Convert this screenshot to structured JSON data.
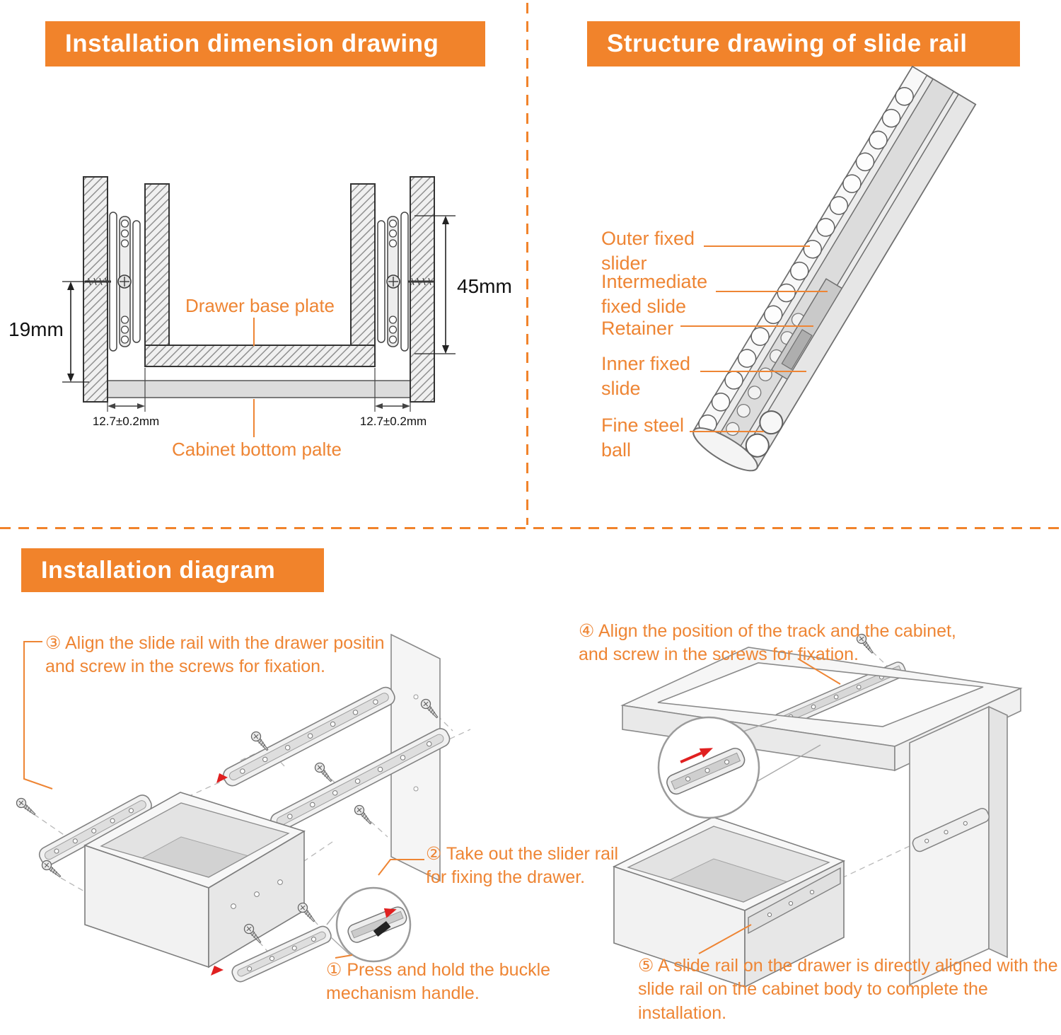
{
  "colors": {
    "accent_orange": "#F1832B",
    "label_orange": "#EE8534",
    "red_arrow": "#E02020"
  },
  "sections": {
    "dimension": {
      "title": "Installation dimension drawing",
      "dim_19": "19mm",
      "dim_45": "45mm",
      "dim_left": "12.7±0.2mm",
      "dim_right": "12.7±0.2mm",
      "label_drawer_base": "Drawer base plate",
      "label_cabinet_bottom": "Cabinet bottom palte"
    },
    "structure": {
      "title": "Structure drawing of slide rail",
      "labels": [
        "Outer fixed slider",
        "Intermediate fixed slide",
        "Retainer",
        "Inner fixed slide",
        "Fine steel ball"
      ]
    },
    "installation": {
      "title": "Installation diagram",
      "steps": [
        {
          "id": 1,
          "text": "① Press and hold the buckle mechanism handle."
        },
        {
          "id": 2,
          "text": "② Take out the slider rail for fixing the drawer."
        },
        {
          "id": 3,
          "text": "③ Align the slide rail with the drawer positin and screw in the screws for fixation."
        },
        {
          "id": 4,
          "text": "④ Align the position of the track and the cabinet, and screw in the screws for fixation."
        },
        {
          "id": 5,
          "text": "⑤ A slide rail on the drawer is directly aligned with the slide rail on the cabinet body to complete the installation."
        }
      ]
    }
  }
}
